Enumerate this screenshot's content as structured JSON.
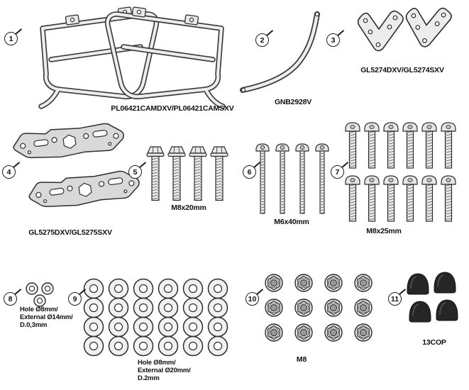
{
  "page": {
    "background": "#ffffff",
    "type": "hardware-kit-parts-diagram"
  },
  "items": [
    {
      "num": "1",
      "label": "PL06421CAMDXV/PL06421CAMSXV",
      "qty": 2,
      "type": "pannier-holder-frame"
    },
    {
      "num": "2",
      "label": "GNB2928V",
      "qty": 1,
      "type": "curved-crossbar"
    },
    {
      "num": "3",
      "label": "GL5274DXV/GL5274SXV",
      "qty": 2,
      "type": "angled-bracket"
    },
    {
      "num": "4",
      "label": "GL5275DXV/GL5275SXV",
      "qty": 2,
      "type": "mounting-plate"
    },
    {
      "num": "5",
      "label": "M8x20mm",
      "qty": 4,
      "type": "flanged-hex-bolt"
    },
    {
      "num": "6",
      "label": "M6x40mm",
      "qty": 4,
      "type": "button-head-bolt"
    },
    {
      "num": "7",
      "label": "M8x25mm",
      "qty": 12,
      "type": "button-head-bolt"
    },
    {
      "num": "8",
      "lines": [
        "Hole Ø8mm/",
        "External Ø14mm/",
        "D.0,3mm"
      ],
      "qty": 3,
      "type": "washer-small"
    },
    {
      "num": "9",
      "lines": [
        "Hole Ø8mm/",
        "External Ø20mm/",
        "D.2mm"
      ],
      "qty": 24,
      "type": "washer-large"
    },
    {
      "num": "10",
      "label": "M8",
      "qty": 12,
      "type": "flange-nut"
    },
    {
      "num": "11",
      "label": "13COP",
      "qty": 4,
      "type": "rubber-cap"
    }
  ]
}
